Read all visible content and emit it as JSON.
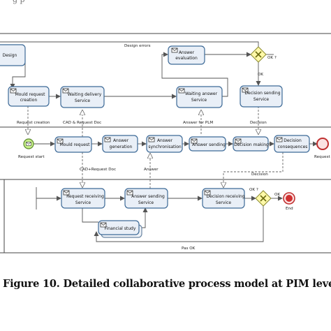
{
  "header_text": "g                                                p",
  "caption": "Figure 10. Detailed collaborative process model at PIM level",
  "colors": {
    "task_fill": "#e9eff7",
    "task_stroke": "#3d6a97",
    "gateway_fill": "#fff9a8",
    "start_fill": "#c8f08a",
    "end_fill": "#d03030",
    "line": "#555555"
  },
  "tasks": {
    "design": "Design",
    "answer_evaluation": [
      "Answer",
      "evaluation"
    ],
    "mould_request_creation": [
      "Mould request",
      "creation"
    ],
    "waiting_delivery": [
      "Waiting delivery",
      "Service"
    ],
    "waiting_answer": [
      "Waiting answer",
      "Service"
    ],
    "decision_sending": [
      "Decision sending",
      "Service"
    ],
    "mould_request": "Mould request",
    "answer_generation": [
      "Answer",
      "generation"
    ],
    "answer_sync": [
      "Answer",
      "synchronisation"
    ],
    "answer_sending": "Answer sending",
    "decision_making": "Decision making",
    "decision_consequences": [
      "Decision",
      "consequences"
    ],
    "request_receiving": [
      "Request receiving",
      "Service"
    ],
    "answer_sending_service": [
      "Answer sending",
      "Service"
    ],
    "decision_receiving": [
      "Decision receiving",
      "Service"
    ],
    "financial_study": "Financial study"
  },
  "labels": {
    "design_errors": "Design errors",
    "ok_q1": "OK ?",
    "ok1": "OK",
    "request_creation": "Request creation",
    "cad_request_doc": "CAD & Request Doc",
    "answer_for_plm": "Answer for PLM",
    "decision": "Decision",
    "request_start": "Request start",
    "request_end": "Request",
    "cad_request_doc2": "CAD+Request Doc",
    "answer": "Answer",
    "decision2": "Decision",
    "ok_q2": "OK ?",
    "ok2": "OK",
    "end": "End",
    "pas_ok": "Pas OK"
  }
}
